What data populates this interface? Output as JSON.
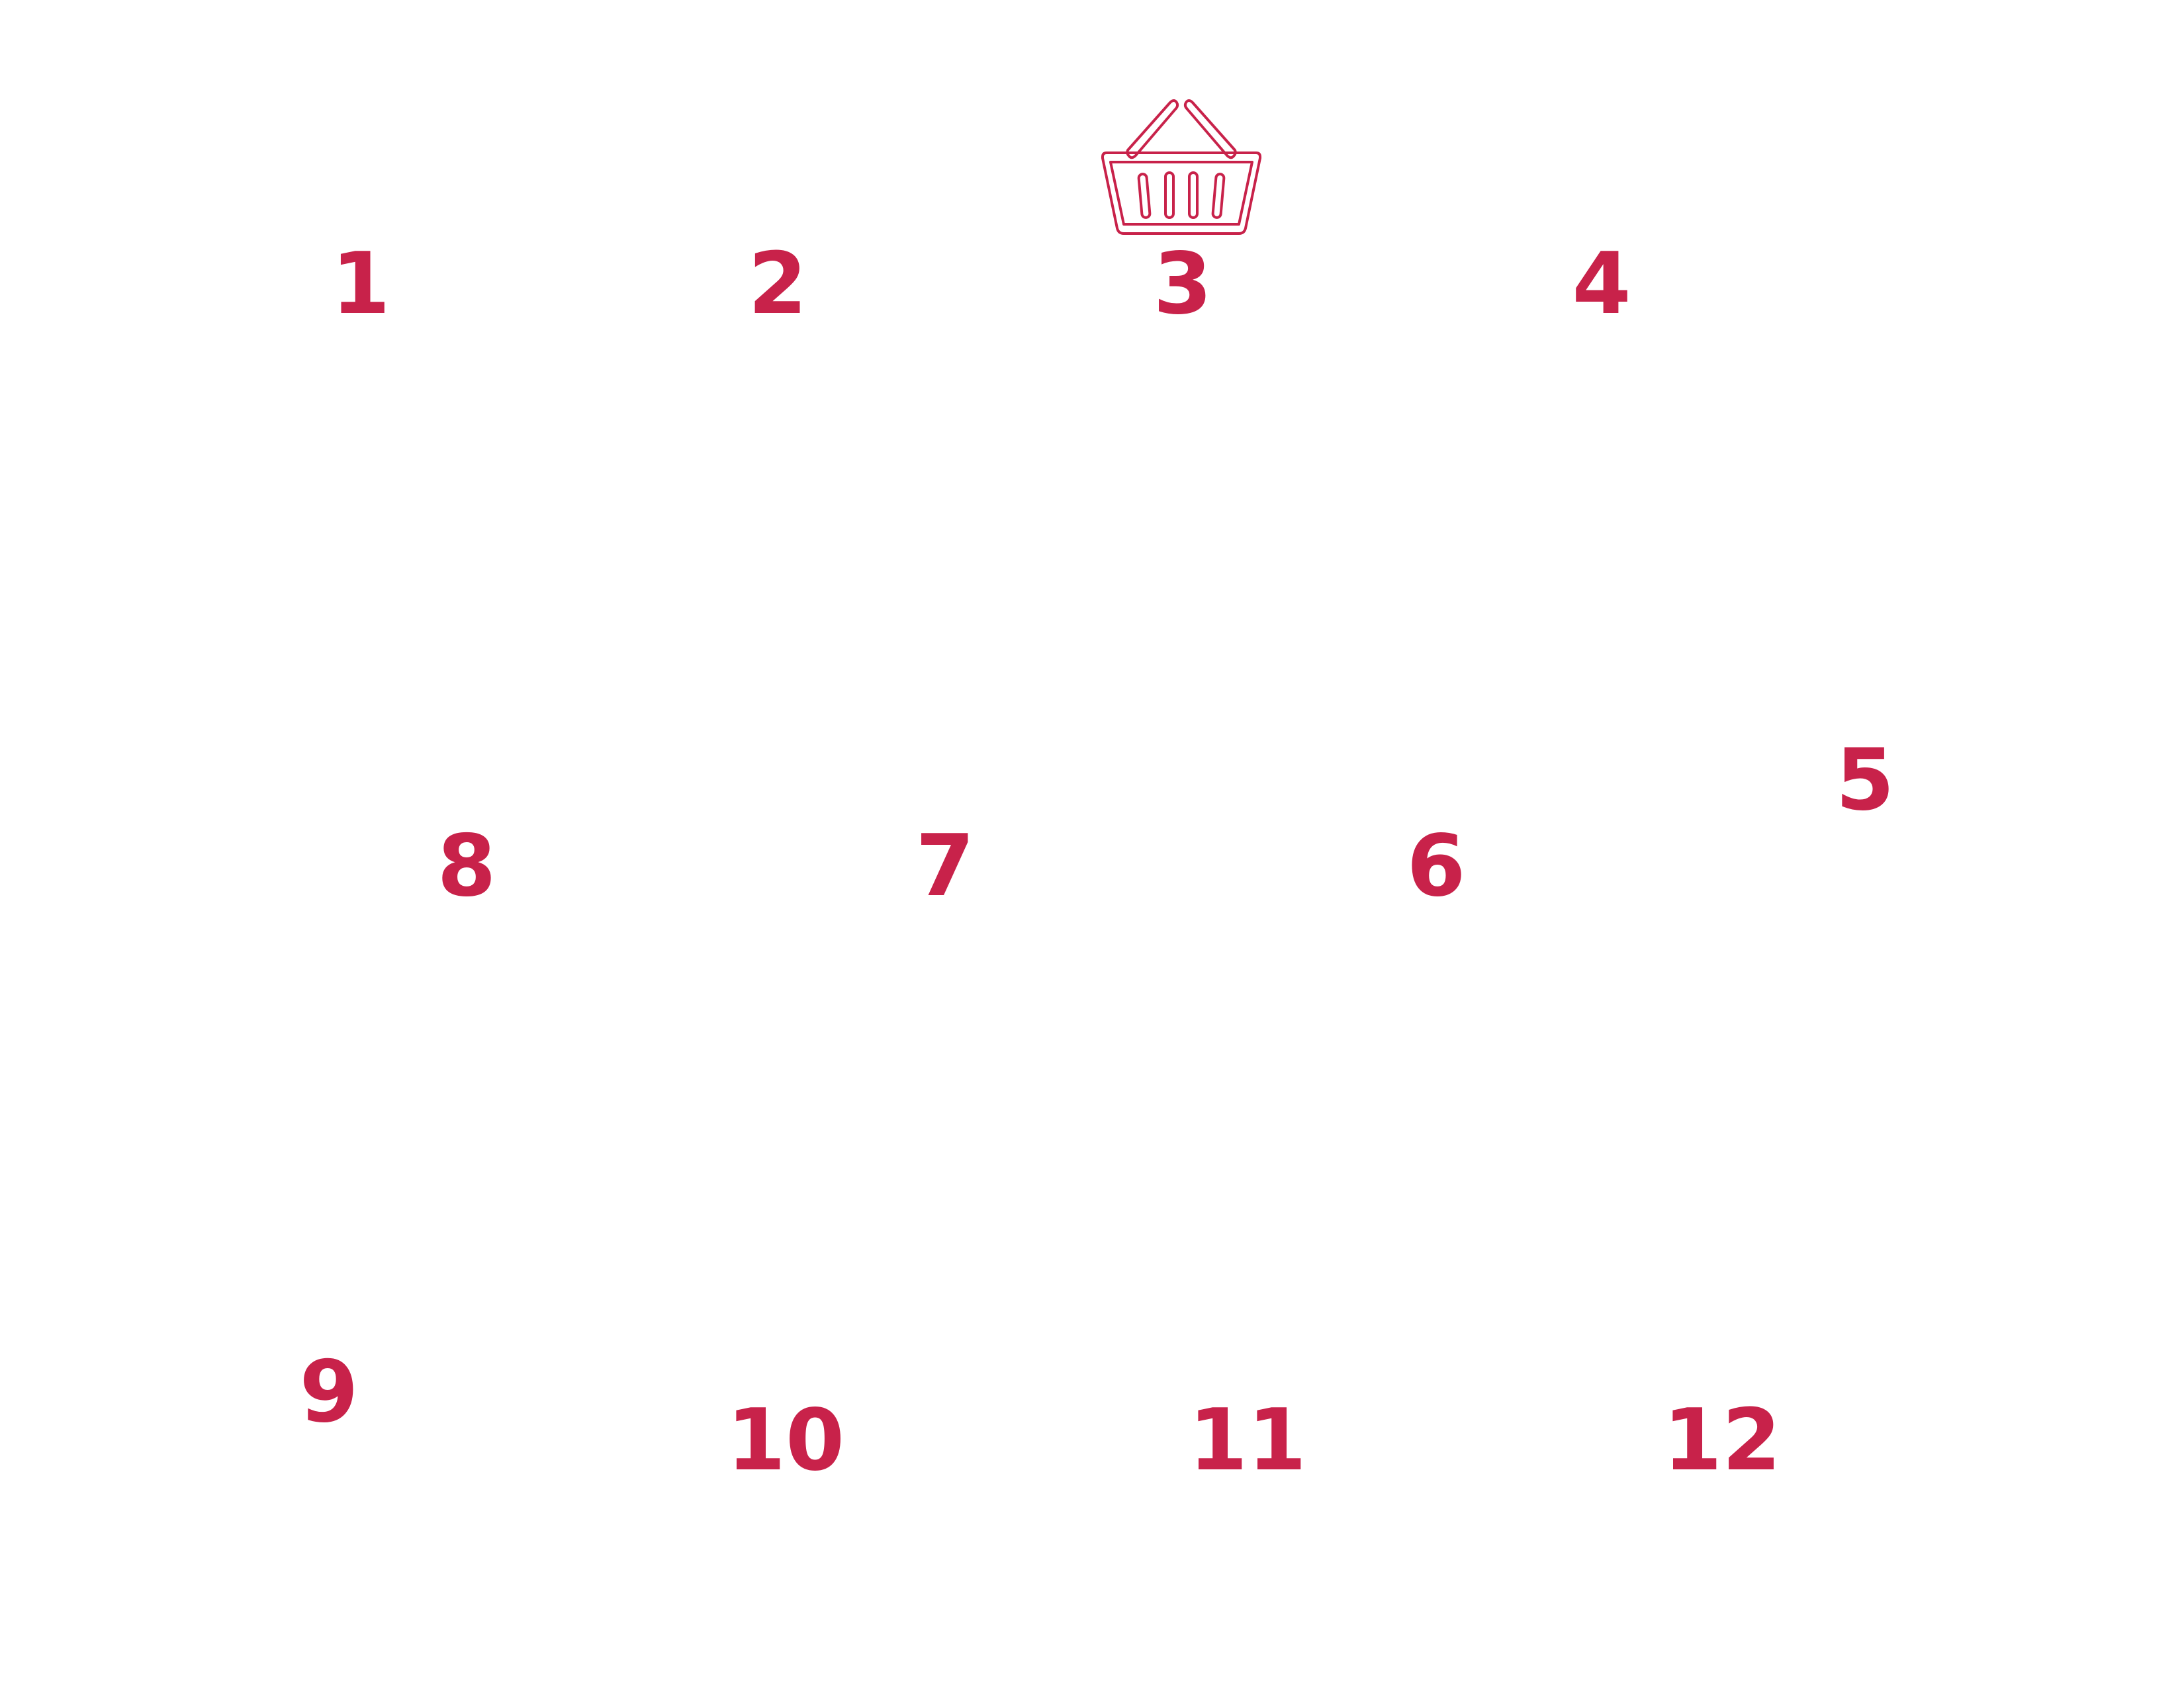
{
  "colors": {
    "accent": "#c8224a",
    "background": "#ffffff"
  },
  "icon": {
    "name": "shopping-basket-icon"
  },
  "numbers": {
    "n1": "1",
    "n2": "2",
    "n3": "3",
    "n4": "4",
    "n5": "5",
    "n6": "6",
    "n7": "7",
    "n8": "8",
    "n9": "9",
    "n10": "10",
    "n11": "11",
    "n12": "12"
  }
}
